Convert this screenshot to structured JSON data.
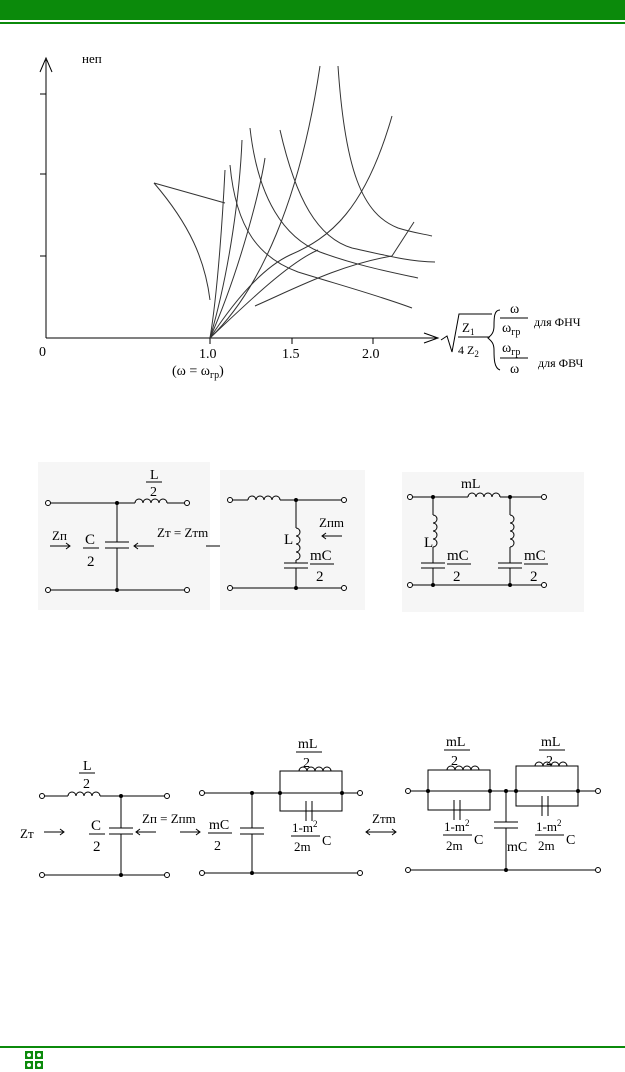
{
  "graph": {
    "y_unit": "неп",
    "x_ticks": [
      "0",
      "1.0",
      "1.5",
      "2.0"
    ],
    "x_note": "(ω = ω",
    "x_note_sub": "гр",
    "x_note_end": ")",
    "formula": {
      "z1": "Z",
      "z1_sub": "1",
      "z2": "4 Z",
      "z2_sub": "2",
      "omega": "ω",
      "omega_gr": "ω",
      "gr_sub": "гр",
      "lpf_label": "для ФНЧ",
      "hpf_label": "для ФВЧ"
    }
  },
  "circuit1": {
    "a_L": "L",
    "a_L_den": "2",
    "a_Zp": "Zп",
    "a_C": "C",
    "a_C_den": "2",
    "a_Zt": "Zт = Zтm",
    "b_L": "L",
    "b_Zpm": "Zпm",
    "b_mC": "mC",
    "b_mC_den": "2",
    "c_mL": "mL",
    "c_L": "L",
    "c_mC1": "mC",
    "c_mC1_den": "2",
    "c_mC2": "mC",
    "c_mC2_den": "2"
  },
  "circuit2": {
    "a_L": "L",
    "a_L_den": "2",
    "a_Zt": "Zт",
    "a_C": "C",
    "a_C_den": "2",
    "a_Zp": "Zп = Zпm",
    "b_mC": "mC",
    "b_mC_den": "2",
    "b_mL": "mL",
    "b_mL_den": "2",
    "b_frac_num": "1-m",
    "b_frac_sq": "2",
    "b_frac_den": "2m",
    "b_frac_C": "C",
    "b_Ztm": "Zтm",
    "c_mL1": "mL",
    "c_mL1_den": "2",
    "c_mL2": "mL",
    "c_mL2_den": "2",
    "c_frac1_num": "1-m",
    "c_frac1_sq": "2",
    "c_frac1_den": "2m",
    "c_frac1_C": "C",
    "c_frac2_num": "1-m",
    "c_frac2_sq": "2",
    "c_frac2_den": "2m",
    "c_frac2_C": "C",
    "c_mC": "mC"
  },
  "colors": {
    "bar": "#0b8a0b"
  }
}
